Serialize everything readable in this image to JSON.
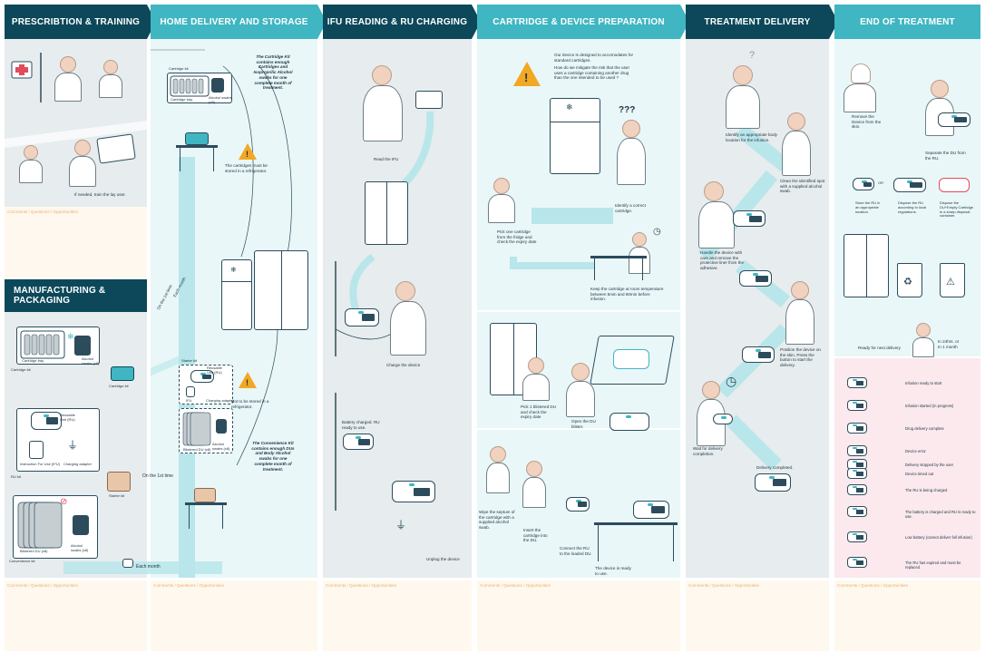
{
  "columns": [
    {
      "id": "prescription",
      "title": "PRESCRIBTION & TRAINING"
    },
    {
      "id": "home",
      "title": "HOME DELIVERY AND STORAGE"
    },
    {
      "id": "ifu",
      "title": "IFU READING & RU CHARGING"
    },
    {
      "id": "cartridge",
      "title": "CARTRIDGE & DEVICE PREPARATION"
    },
    {
      "id": "treatment",
      "title": "TREATMENT DELIVERY"
    },
    {
      "id": "end",
      "title": "END OF TREATMENT"
    }
  ],
  "manufacturing_title": "MANUFACTURING & PACKAGING",
  "comments_label": "Comments / Questions / Opportunities",
  "prescription": {
    "train_note": "If needed, train the lay user."
  },
  "manufacturing": {
    "cartridge_tray": "Cartridge tray",
    "alcohol_swabs": "Alcohol swabs (x8)",
    "cartridge_kit": "Cartridge kit",
    "reusable_unit": "Reusable Unit (RU)",
    "ifu": "Instruction For Use (IFU)",
    "charging_adapter": "Charging adapter",
    "ru_kit": "RU kit",
    "blistered_du": "Blistered DU (x8)",
    "alcohol_swabs_2": "Alcohol swabs (x8)",
    "convenience_kit": "Convenience kit",
    "starter_kit": "Starter kit",
    "on_first_time": "On the 1st time",
    "each_month": "Each month",
    "cartridge_kit_arrow": "Cartridge kit"
  },
  "home": {
    "cartridge_kit_label": "Cartridge kit",
    "cartridge_tray": "Cartridge tray",
    "alcohol_swabs": "Alcohol swabs (x8)",
    "kit_note": "The Cartridge Kit contains enough Cartridges and Isoproprilic Alcohol swabs for one complete month of treatment.",
    "fridge_warning": "The cartridges must be stored in a refrigerator.",
    "each_month_rot": "Each month",
    "first_time_rot": "On the 1st time",
    "starter_kit_label": "Starter kit",
    "reusable_unit": "Reusable Unit (RU)",
    "ifu_short": "IFU",
    "charging_adapter": "Charging adapter",
    "blistered_du": "Blistered DU (x8)",
    "alcohol_swabs_2": "Alcohol swabs (x8)",
    "not_fridge_warning": "Not to be stored in a refrigerator.",
    "conv_note": "The Convenience Kit contains enough DUs and Body Alcohol swabs for one complete month of treatment."
  },
  "ifu": {
    "read_ifu": "Read the IFU",
    "charge_device": "Charge the device",
    "battery_charged": "Battery charged. RU ready to use.",
    "unplug": "Unplug the device"
  },
  "cartridge": {
    "design_note": "Our device is designed to accomodates for standard cartridges.",
    "mitigate_note": "How do we mitigate the risk that the user uses a cartridge containing another drug than the one intended to be used ?",
    "qqq": "???",
    "identify": "Identify a correct cartridge.",
    "pick_one": "Pick one cartridge from the fridge and check the expiry date",
    "keep_room": "Keep the cartridge at room temperature between 5min and 60min before infusion.",
    "pick_du": "Pick 1 blistered DU and check the expiry date",
    "open_du": "Open the DU blister.",
    "wipe": "Wipe the septum of the cartridge with a supplied alcohol swab.",
    "insert": "Insert the cartridge into the DU.",
    "connect": "Connect the RU to the loaded DU.",
    "ready": "The device is ready to use."
  },
  "treatment": {
    "qmark": "?",
    "identify_location": "Identify an appropriate body location for the infusion.",
    "clean_spot": "Clean the identified spot with a supplied alcohol swab.",
    "handle": "Handle the device with care and remove the protective liner from the adhesive.",
    "position": "Position the device on the skin. Press the button to start the delivery.",
    "wait": "Wait for delivery completion.",
    "completed": "Delivery completed."
  },
  "end": {
    "remove": "Remove the Device from the skin.",
    "separate": "Separate the DU from the RU.",
    "or": "OR",
    "store_ru": "Store the RU in an appropriate location.",
    "dispose_ru": "Dispose the RU according to local regulations.",
    "dispose_du": "Dispose the DU+Empty Cartridge in a sharp disposal container.",
    "ready_next": "Ready for next delivery",
    "in_24": "In 24hrs. or In 1 month"
  },
  "legend": [
    "Infusion ready to start",
    "Infusion started (in progress)",
    "Drug delivery complete",
    "Device error",
    "Delivery stopped by the user",
    "Device timed out",
    "The RU is being charged",
    "The battery is charged and RU is ready to use.",
    "Low battery (cannot deliver full infusion)",
    "The RU has expired and must be replaced"
  ],
  "colors": {
    "dark_header": "#0c4859",
    "light_header": "#3fb6c2",
    "warning": "#f2a823",
    "accent": "#e14b5a"
  }
}
